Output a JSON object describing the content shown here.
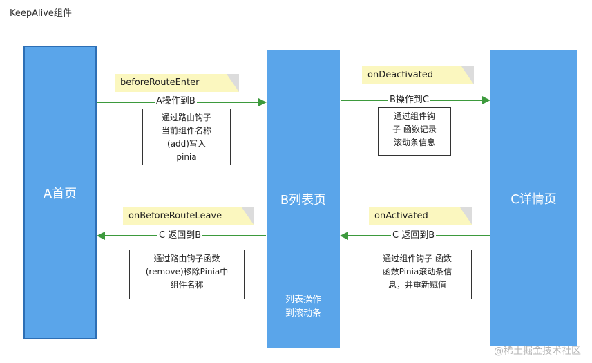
{
  "title": "KeepAlive组件",
  "columns": {
    "a": "A首页",
    "b": "B列表页",
    "c": "C详情页"
  },
  "b_inner_note": [
    "列表操作",
    "到滚动条"
  ],
  "notes": {
    "before_route_enter": "beforeRouteEnter",
    "on_deactivated": "onDeactivated",
    "on_before_route_leave": "onBeforeRouteLeave",
    "on_activated": "onActivated"
  },
  "arrows": {
    "a_to_b": "A操作到B",
    "b_to_c": "B操作到C",
    "c_to_b": "C 返回到B",
    "b_to_a": "C 返回到B"
  },
  "boxes": {
    "box1": [
      "通过路由钩子",
      "当前组件名称",
      "(add)写入",
      "pinia"
    ],
    "box2": [
      "通过组件钩",
      "子 函数记录",
      "滚动条信息"
    ],
    "box3": [
      "通过路由钩子函数",
      "(remove)移除Pinia中",
      "组件名称"
    ],
    "box4": [
      "通过组件钩子 函数",
      "函数Pinia滚动条信",
      "息，并重新赋值"
    ]
  },
  "watermark": "@稀土掘金技术社区",
  "colors": {
    "column": "#5aa5ea",
    "arrow": "#3d9a3d",
    "note": "#fbf7bf"
  }
}
